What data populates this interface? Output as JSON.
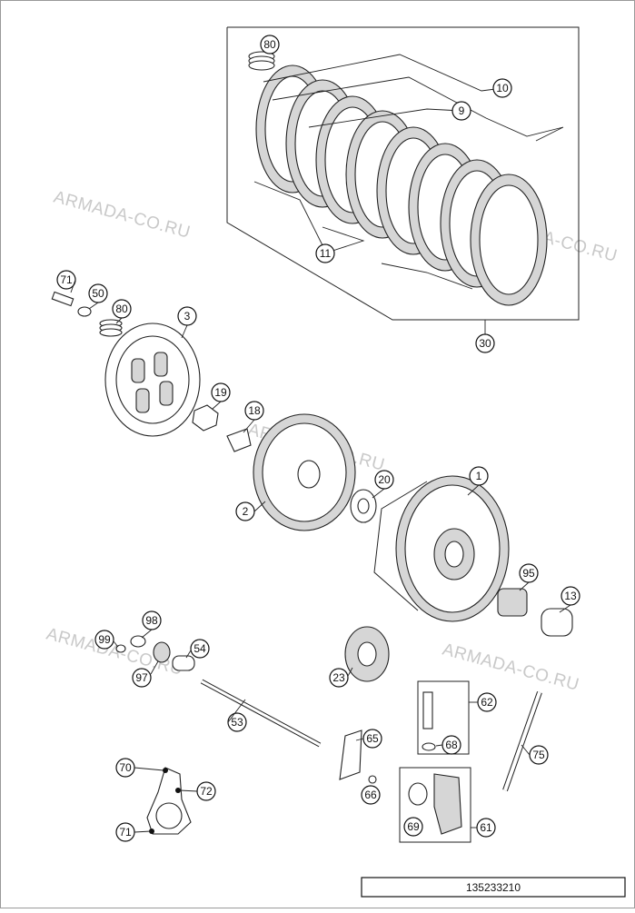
{
  "watermarks": [
    "ARMADA-CO.RU",
    "ARMADA-CO.RU",
    "ARMADA-CO.RU",
    "ARMADA-CO.RU",
    "ARMADA-CO.RU"
  ],
  "drawing_number": "135233210",
  "callouts": [
    {
      "id": "c80a",
      "label": "80"
    },
    {
      "id": "c10",
      "label": "10"
    },
    {
      "id": "c9",
      "label": "9"
    },
    {
      "id": "c11",
      "label": "11"
    },
    {
      "id": "c30",
      "label": "30"
    },
    {
      "id": "c71a",
      "label": "71"
    },
    {
      "id": "c50",
      "label": "50"
    },
    {
      "id": "c80b",
      "label": "80"
    },
    {
      "id": "c3",
      "label": "3"
    },
    {
      "id": "c19",
      "label": "19"
    },
    {
      "id": "c18",
      "label": "18"
    },
    {
      "id": "c20",
      "label": "20"
    },
    {
      "id": "c1",
      "label": "1"
    },
    {
      "id": "c2",
      "label": "2"
    },
    {
      "id": "c95",
      "label": "95"
    },
    {
      "id": "c13",
      "label": "13"
    },
    {
      "id": "c98",
      "label": "98"
    },
    {
      "id": "c99",
      "label": "99"
    },
    {
      "id": "c54",
      "label": "54"
    },
    {
      "id": "c97",
      "label": "97"
    },
    {
      "id": "c23",
      "label": "23"
    },
    {
      "id": "c62",
      "label": "62"
    },
    {
      "id": "c53",
      "label": "53"
    },
    {
      "id": "c65",
      "label": "65"
    },
    {
      "id": "c68",
      "label": "68"
    },
    {
      "id": "c75",
      "label": "75"
    },
    {
      "id": "c70",
      "label": "70"
    },
    {
      "id": "c72",
      "label": "72"
    },
    {
      "id": "c66",
      "label": "66"
    },
    {
      "id": "c71b",
      "label": "71"
    },
    {
      "id": "c69",
      "label": "69"
    },
    {
      "id": "c61",
      "label": "61"
    }
  ]
}
